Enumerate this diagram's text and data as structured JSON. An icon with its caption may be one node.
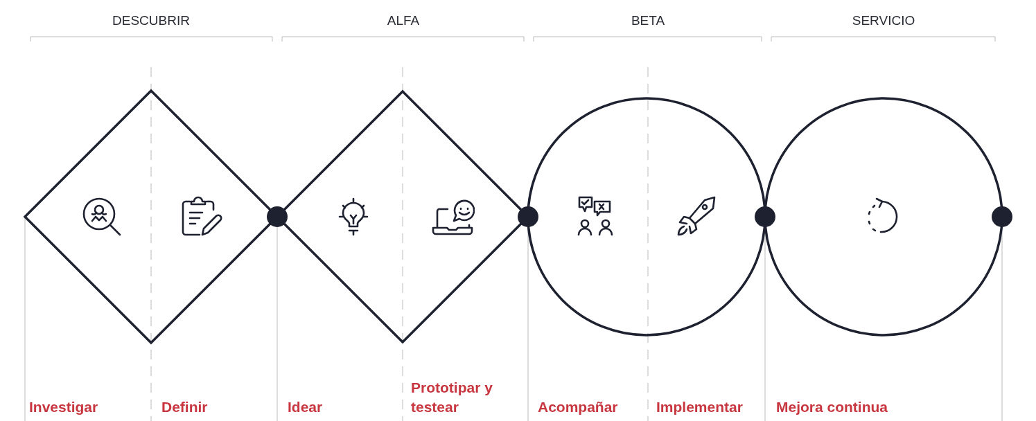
{
  "diagram": {
    "nodes": [
      {
        "text": [],
        "shape": "diamond"
      },
      {
        "text": [],
        "shape": "diamond"
      },
      {
        "text": [],
        "shape": "circle"
      },
      {
        "text": [],
        "shape": "circle"
      }
    ],
    "labels": [
      "DESCUBRIR",
      "ALFA",
      "BETA",
      "SERVICIO",
      "Investigar",
      "Definir",
      "Idear",
      "Prototipar y testear",
      "Acompañar",
      "Implementar",
      "Mejora continua"
    ]
  }
}
